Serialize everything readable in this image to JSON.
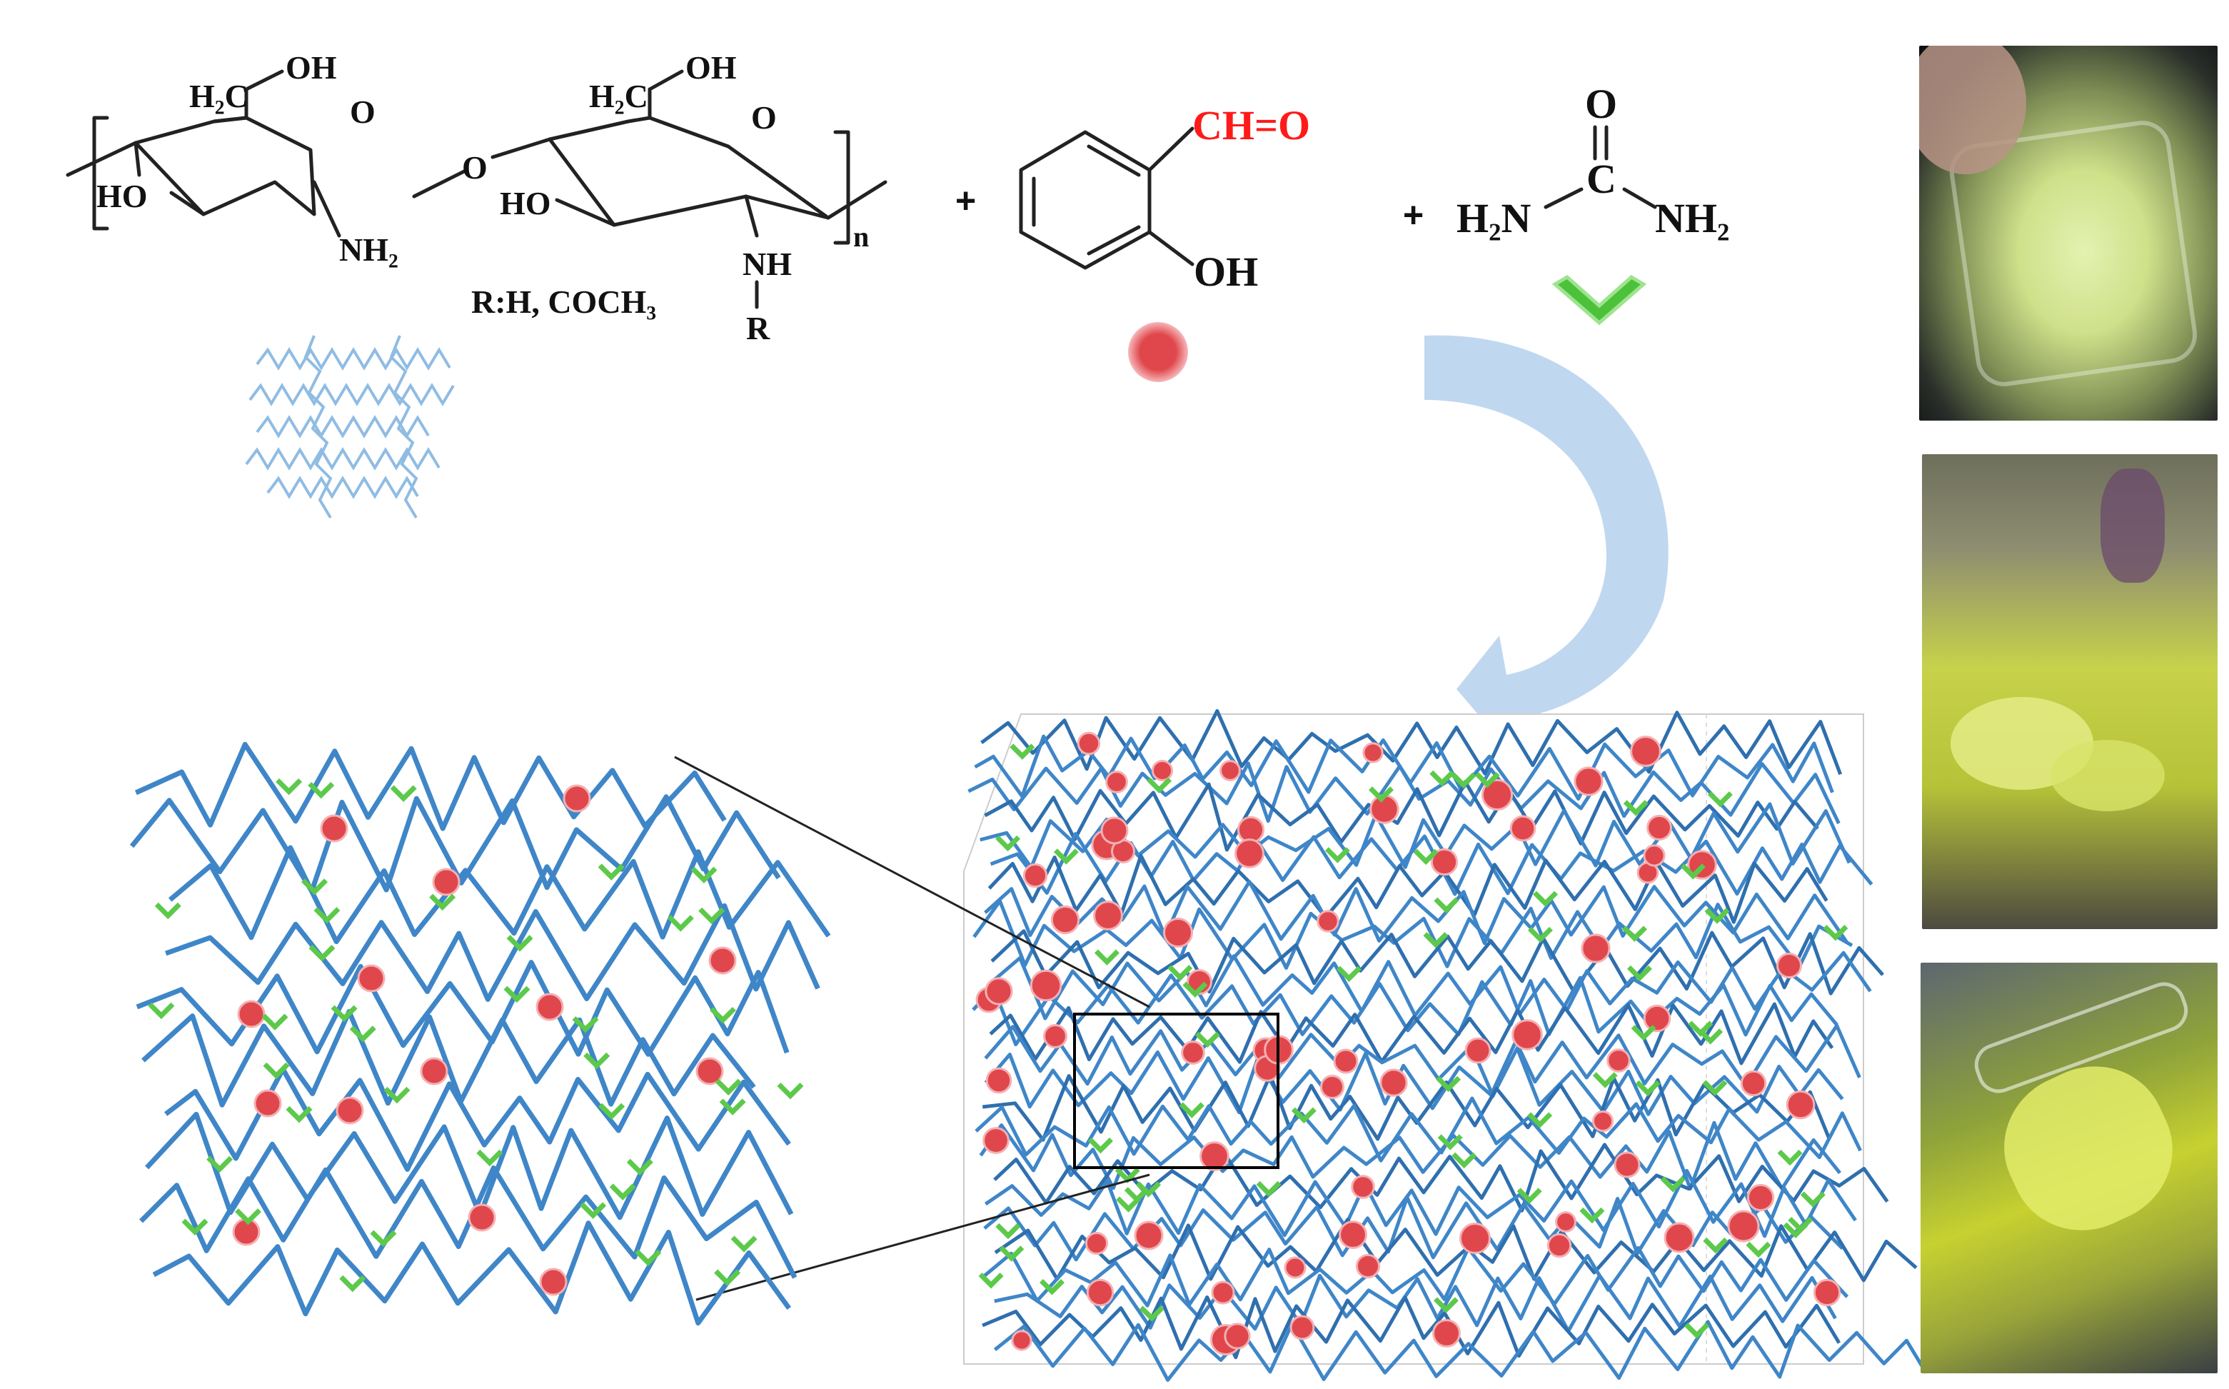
{
  "chitosan": {
    "ch2oh_label": "H₂C",
    "oh_label": "OH",
    "ring_o_label": "O",
    "ho_label": "HO",
    "nh2_label": "NH₂",
    "bridge_o_label": "O",
    "nh_label": "NH",
    "r_label": "R",
    "n_label": "n",
    "r_definition": "R:H, COCH₃"
  },
  "salicylaldehyde": {
    "cho_label": "CH=O",
    "oh_label": "OH",
    "marker_color": "#e0474c"
  },
  "urea": {
    "o_label": "O",
    "c_label": "C",
    "h2n_label": "H₂N",
    "nh2_label": "NH₂",
    "marker_color": "#4cc13a"
  },
  "plus_signs": [
    "+",
    "+"
  ],
  "colors": {
    "chain": "#3f86c8",
    "chain_light": "#8fbce3",
    "arrow": "#b9d3ee",
    "red_marker": "#e0474c",
    "green_marker": "#5cc94a",
    "aldehyde_text": "#ff1a1a"
  },
  "photos": [
    {
      "name": "vial-solution-clear",
      "tone": "pale yellow liquid"
    },
    {
      "name": "vial-gel-forming",
      "tone": "yellow-green gel"
    },
    {
      "name": "vial-gel-tilted",
      "tone": "yellow gel"
    }
  ]
}
